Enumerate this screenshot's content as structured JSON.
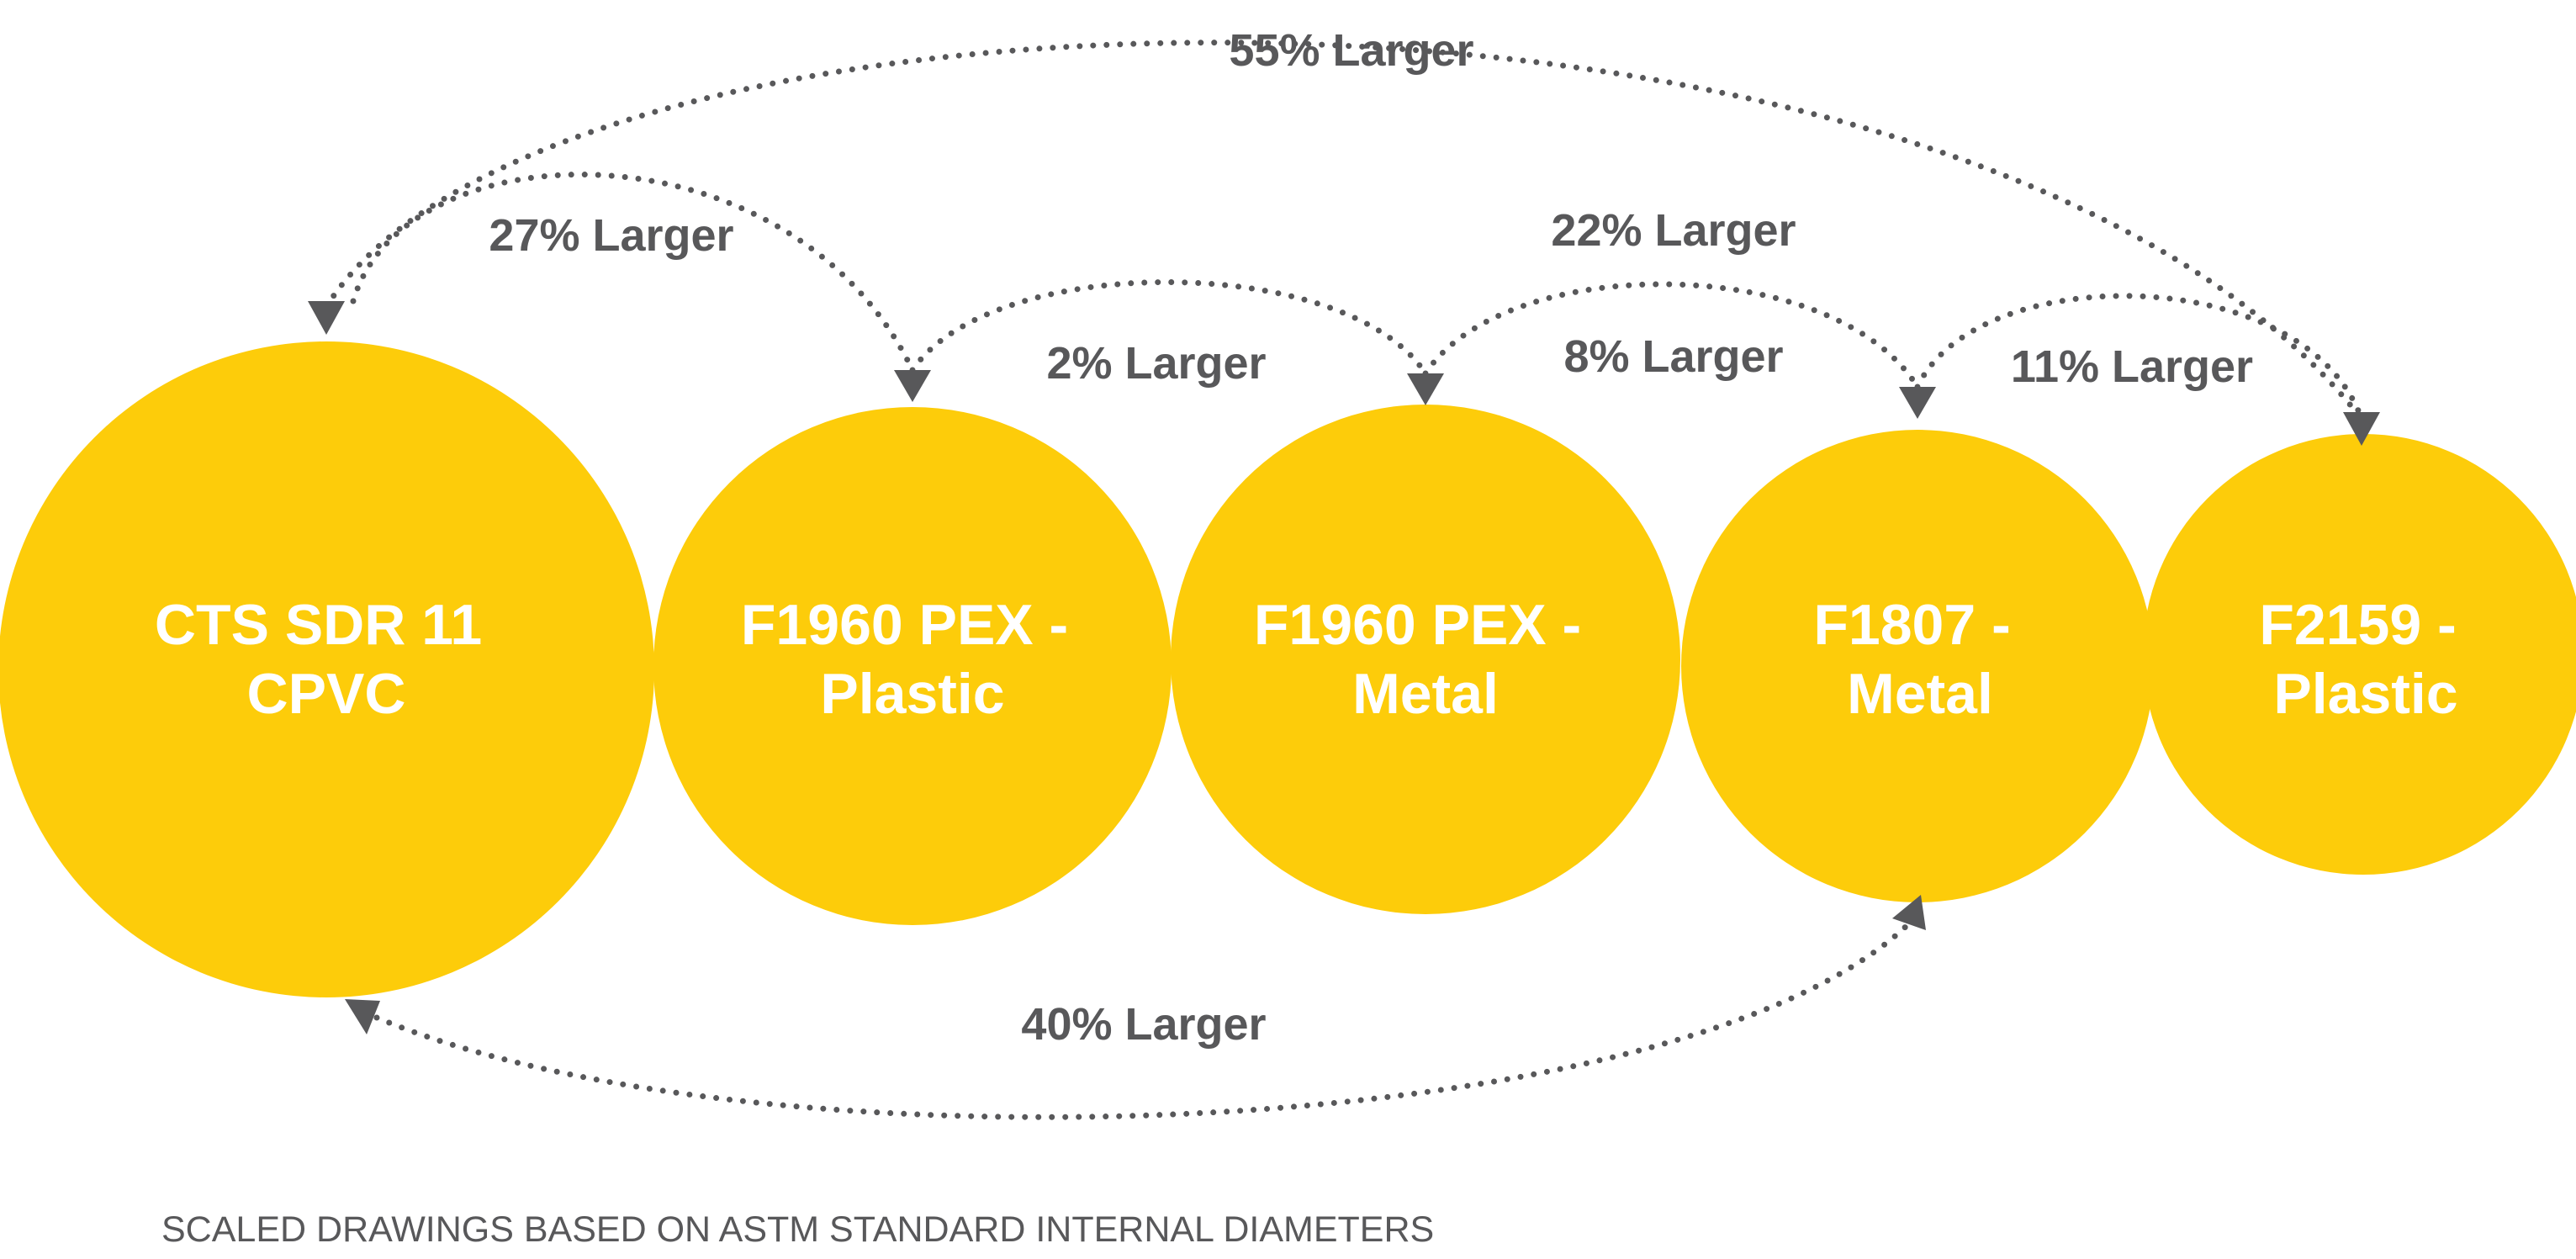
{
  "pipes": [
    {
      "id": "cts-sdr11-cpvc",
      "line1": "CTS SDR 11",
      "line2": "CPVC"
    },
    {
      "id": "f1960-pex-plastic",
      "line1": "F1960 PEX -",
      "line2": "Plastic"
    },
    {
      "id": "f1960-pex-metal",
      "line1": "F1960 PEX -",
      "line2": "Metal"
    },
    {
      "id": "f1807-metal",
      "line1": "F1807 -",
      "line2": "Metal"
    },
    {
      "id": "f2159-plastic",
      "line1": "F2159 -",
      "line2": "Plastic"
    }
  ],
  "comparisons": [
    {
      "id": "55",
      "label": "55% Larger"
    },
    {
      "id": "27",
      "label": "27% Larger"
    },
    {
      "id": "22",
      "label": "22% Larger"
    },
    {
      "id": "2",
      "label": "2% Larger"
    },
    {
      "id": "8",
      "label": "8% Larger"
    },
    {
      "id": "11",
      "label": "11% Larger"
    },
    {
      "id": "40",
      "label": "40% Larger"
    }
  ],
  "footnote": "SCALED DRAWINGS BASED ON ASTM STANDARD INTERNAL DIAMETERS",
  "colors": {
    "circle": "#FDCC0A",
    "arrow": "#58585A",
    "label": "#58585A",
    "circle_text": "#FFFFFF"
  }
}
